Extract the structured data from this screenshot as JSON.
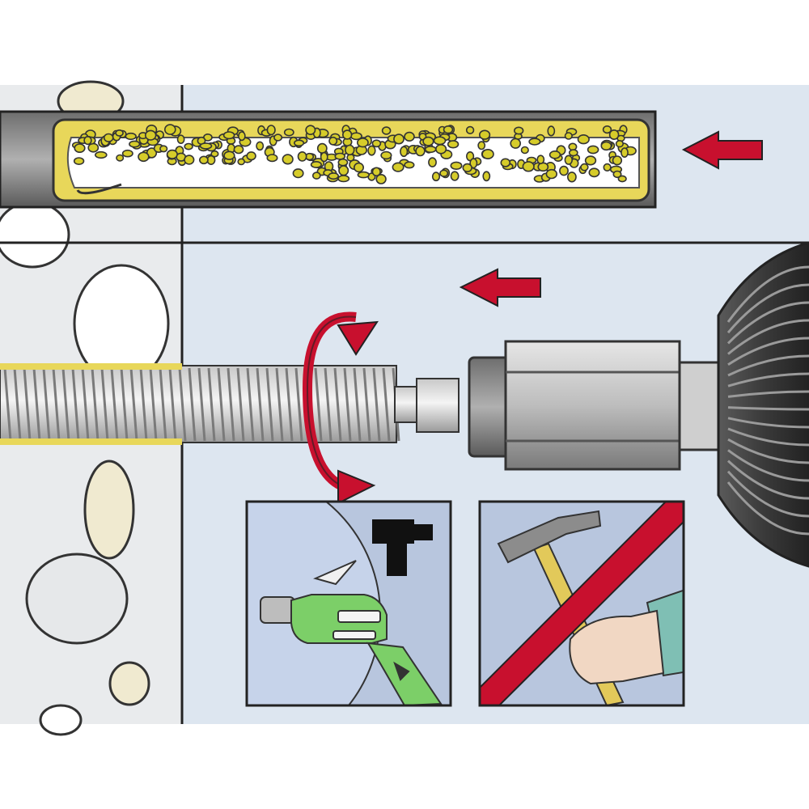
{
  "diagram": {
    "steps": [
      {
        "id": "insert-capsule",
        "direction": "left"
      },
      {
        "id": "drive-rod",
        "direction": "left",
        "motion": "rotate"
      }
    ],
    "panels": [
      {
        "id": "rotary-drill",
        "allowed": true,
        "icon": "drill-rotary-mode-icon"
      },
      {
        "id": "hammer",
        "allowed": false,
        "icon": "hammer-icon"
      }
    ],
    "colors": {
      "arrow": "#c8102e",
      "capsule": "#e8d75a",
      "wall-concrete": "#e6e8ea",
      "background": "#dde6f0",
      "drill-body": "#7ccf68",
      "panel-bg": "#b8c6de"
    }
  }
}
